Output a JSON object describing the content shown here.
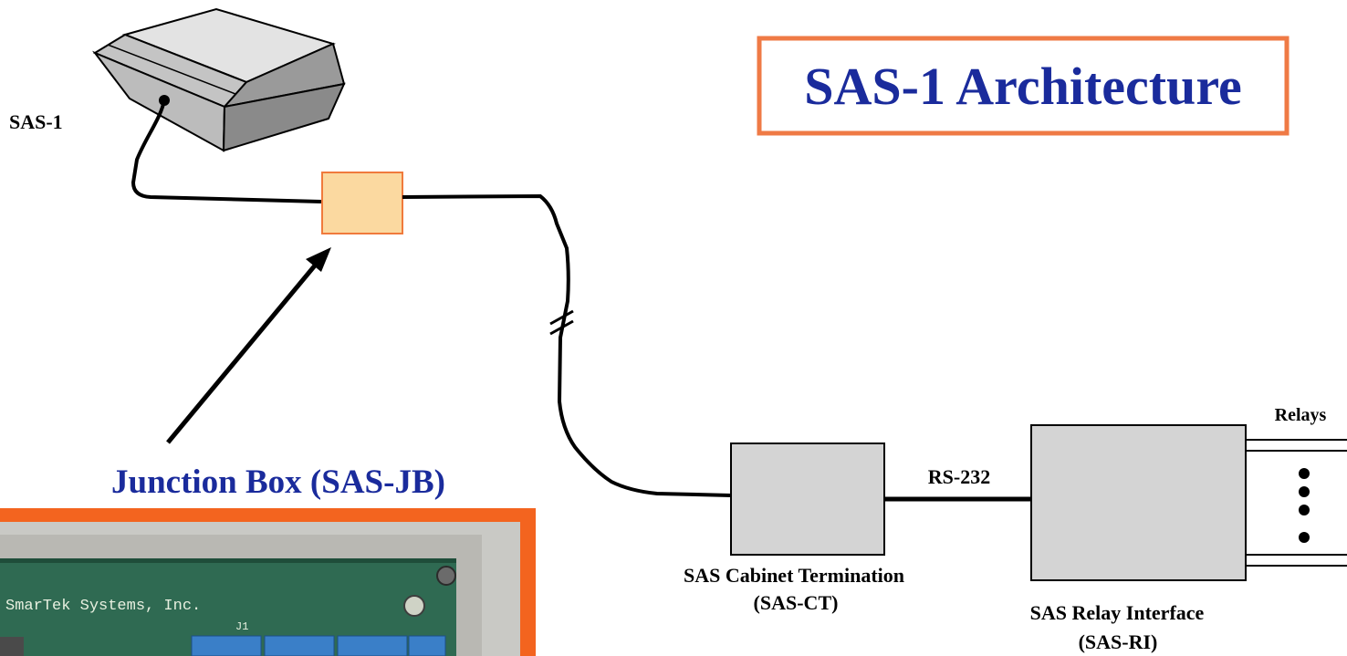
{
  "title": "SAS-1 Architecture",
  "sas1_label": "SAS-1",
  "junction_box_label": "Junction Box (SAS-JB)",
  "rs232_label": "RS-232",
  "relays_label": "Relays",
  "cabinet_termination": {
    "line1": "SAS Cabinet Termination",
    "line2": "(SAS-CT)"
  },
  "relay_interface": {
    "line1": "SAS Relay Interface",
    "line2": "(SAS-RI)"
  },
  "photo": {
    "company_text": "SmarTek Systems, Inc.",
    "board_text": "J1"
  },
  "colors": {
    "title_text": "#1a2b9c",
    "title_border": "#ef7a45",
    "junction_box_fill": "#fbd9a0",
    "junction_box_border": "#f07a3c",
    "device_fill": "#d4d4d4",
    "photo_frame": "#f3641f",
    "pcb_green": "#2f6a52"
  }
}
